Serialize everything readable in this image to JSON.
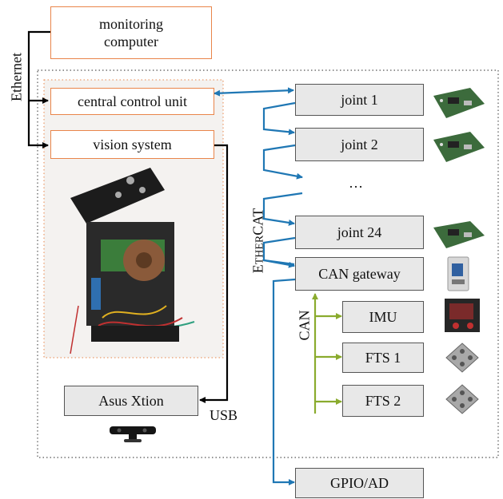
{
  "nodes": {
    "monitoring": "monitoring computer",
    "ccu": "central control unit",
    "vision": "vision system",
    "xtion": "Asus Xtion",
    "joint1": "joint 1",
    "joint2": "joint 2",
    "dots": "…",
    "joint24": "joint 24",
    "cangw": "CAN gateway",
    "imu": "IMU",
    "fts1": "FTS 1",
    "fts2": "FTS 2",
    "gpio": "GPIO/AD"
  },
  "labels": {
    "ethernet": "Ethernet",
    "usb": "USB",
    "can": "CAN",
    "ethercat_e": "E",
    "ethercat_ther": "THER",
    "ethercat_cat": "CAT"
  },
  "colors": {
    "ethernet": "#000000",
    "ethercat": "#1f77b4",
    "can": "#8aab2e",
    "orange": "#e9854a",
    "gray_fill": "#e8e8e8"
  }
}
